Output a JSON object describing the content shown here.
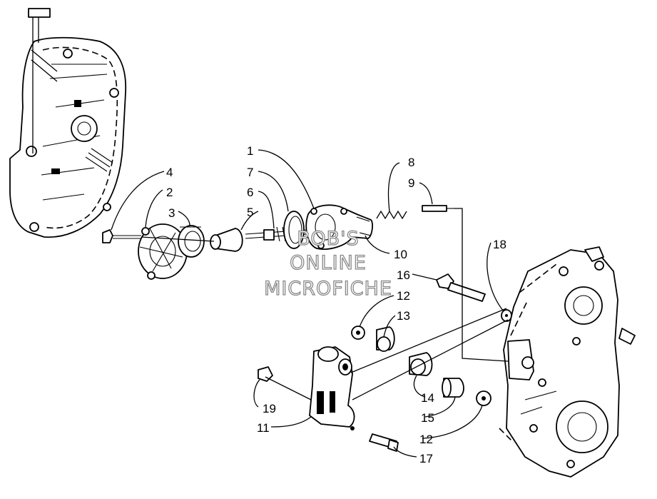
{
  "diagram": {
    "callouts": [
      {
        "id": "1",
        "label": "1"
      },
      {
        "id": "2",
        "label": "2"
      },
      {
        "id": "3",
        "label": "3"
      },
      {
        "id": "4",
        "label": "4"
      },
      {
        "id": "5",
        "label": "5"
      },
      {
        "id": "6",
        "label": "6"
      },
      {
        "id": "7",
        "label": "7"
      },
      {
        "id": "8",
        "label": "8"
      },
      {
        "id": "9",
        "label": "9"
      },
      {
        "id": "10",
        "label": "10"
      },
      {
        "id": "11",
        "label": "11"
      },
      {
        "id": "12a",
        "label": "12"
      },
      {
        "id": "12b",
        "label": "12"
      },
      {
        "id": "13",
        "label": "13"
      },
      {
        "id": "14",
        "label": "14"
      },
      {
        "id": "15",
        "label": "15"
      },
      {
        "id": "16",
        "label": "16"
      },
      {
        "id": "17",
        "label": "17"
      },
      {
        "id": "18",
        "label": "18"
      },
      {
        "id": "19",
        "label": "19"
      }
    ],
    "watermark": {
      "line1": "BOB'S",
      "line2": "ONLINE",
      "line3": "MICROFICHE"
    }
  }
}
